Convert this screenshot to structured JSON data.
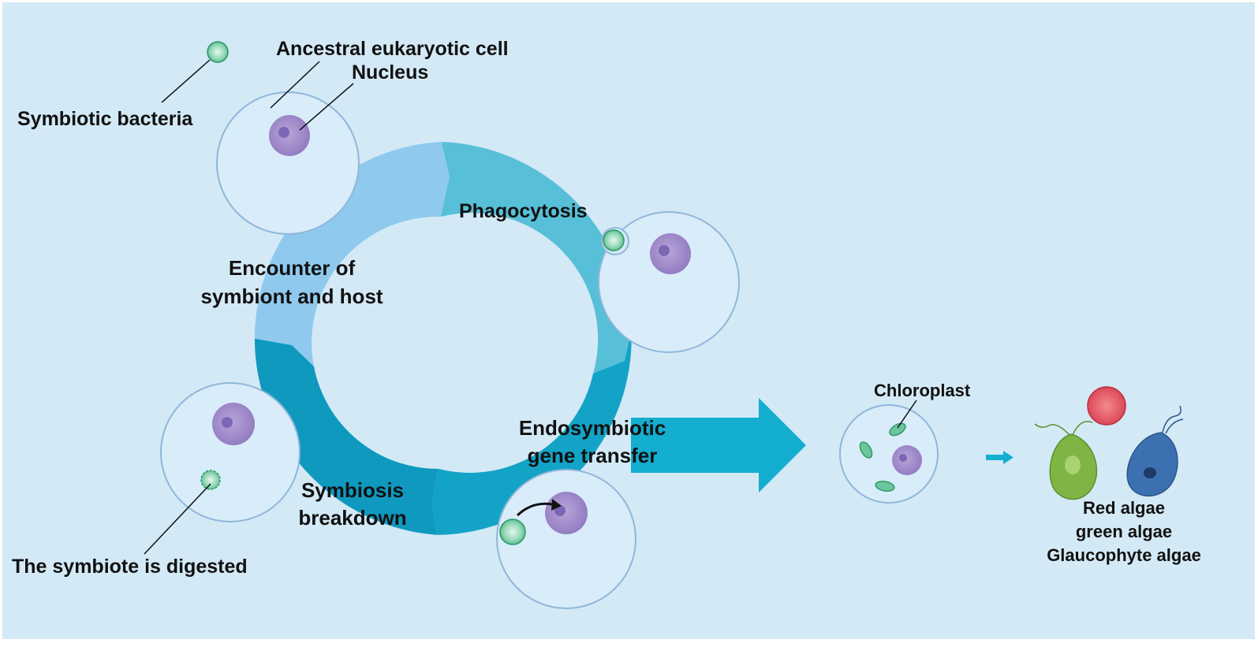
{
  "labels": {
    "symbiotic_bacteria": "Symbiotic bacteria",
    "ancestral_cell": "Ancestral eukaryotic cell",
    "nucleus": "Nucleus",
    "phagocytosis": "Phagocytosis",
    "encounter_line1": "Encounter of",
    "encounter_line2": "symbiont and host",
    "endosymbiotic_line1": "Endosymbiotic",
    "endosymbiotic_line2": "gene transfer",
    "symbiosis_line1": "Symbiosis",
    "symbiosis_line2": "breakdown",
    "digested": "The symbiote is digested",
    "chloroplast": "Chloroplast",
    "red_algae": "Red algae",
    "green_algae": "green algae",
    "glaucophyte_algae": "Glaucophyte algae"
  },
  "colors": {
    "background": "#d3e9f6",
    "cell_fill": "#d9ecf9",
    "cell_stroke": "#8fb7d9",
    "nucleus": "#a58fca",
    "nucleolus": "#8d74bd",
    "bacterium": "#6cc59c",
    "ring_light": "#8fcaee",
    "ring_mid": "#58bfd8",
    "ring_dark": "#13a3c7",
    "arrow": "#13aed0",
    "red_alga": "#e25565",
    "green_alga": "#7fb545",
    "glaucophyte_alga": "#3d70b0"
  }
}
